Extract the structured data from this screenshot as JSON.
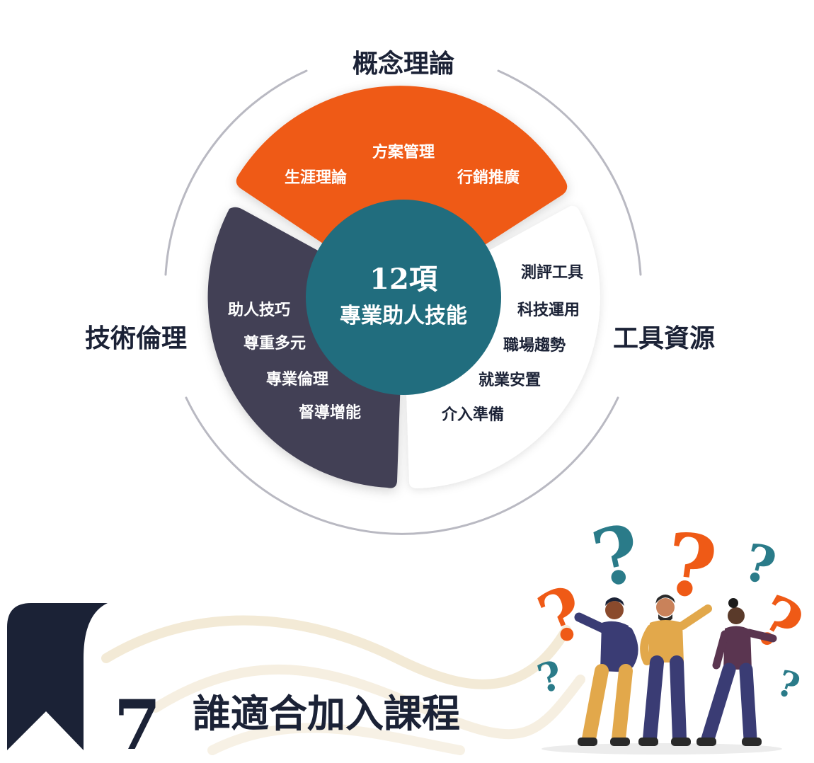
{
  "diagram": {
    "outer_labels": {
      "top": "概念理論",
      "left": "技術倫理",
      "right": "工具資源"
    },
    "center": {
      "line1": "12項",
      "line2": "專業助人技能"
    },
    "segments": {
      "concept": {
        "color": "#ef5a16",
        "items": [
          "方案管理",
          "生涯理論",
          "行銷推廣"
        ]
      },
      "ethics": {
        "color": "#434055",
        "items": [
          "助人技巧",
          "尊重多元",
          "專業倫理",
          "督導增能"
        ]
      },
      "tools": {
        "color": "#ffffff",
        "items": [
          "測評工具",
          "科技運用",
          "職場趨勢",
          "就業安置",
          "介入準備"
        ]
      }
    },
    "center_color": "#216d7e"
  },
  "section": {
    "number": "7",
    "title": "誰適合加入課程"
  },
  "illustration": {
    "name": "three people with question marks",
    "colors": {
      "teal": "#2a7b89",
      "orange": "#ef5a16",
      "navy": "#1b2236"
    }
  }
}
